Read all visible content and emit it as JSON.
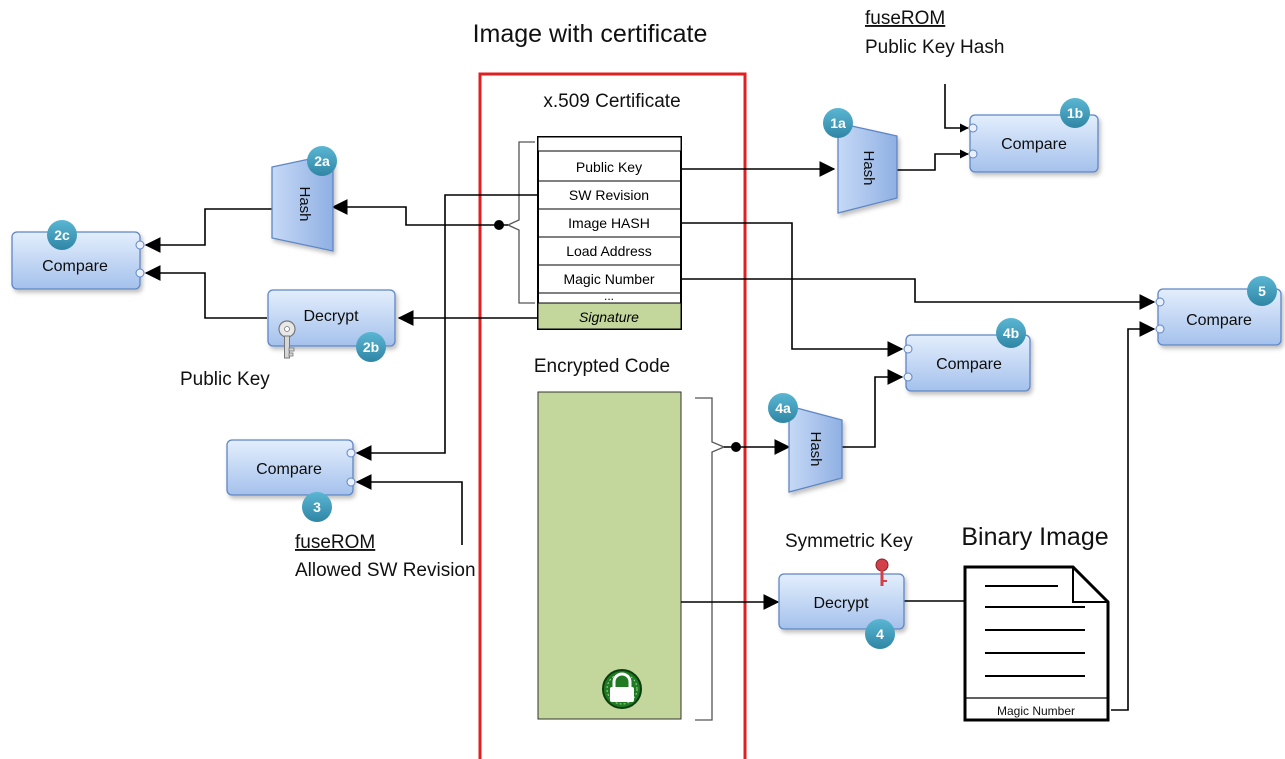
{
  "title": "Image with certificate",
  "certificate": {
    "title": "x.509 Certificate",
    "fields": [
      "Public Key",
      "SW Revision",
      "Image HASH",
      "Load Address",
      "Magic Number",
      "...",
      "Signature"
    ]
  },
  "encrypted_code": {
    "label": "Encrypted Code"
  },
  "binary_image": {
    "label": "Binary Image",
    "footer": "Magic Number"
  },
  "fuse_hash": {
    "line1": "fuseROM",
    "line2": "Public Key Hash"
  },
  "fuse_rev": {
    "line1": "fuseROM",
    "line2": "Allowed SW Revision"
  },
  "public_key_label": "Public Key",
  "symmetric_key_label": "Symmetric Key",
  "blocks": {
    "hash": "Hash",
    "compare": "Compare",
    "decrypt": "Decrypt"
  },
  "badges": {
    "b1a": "1a",
    "b1b": "1b",
    "b2a": "2a",
    "b2b": "2b",
    "b2c": "2c",
    "b3": "3",
    "b4": "4",
    "b4a": "4a",
    "b4b": "4b",
    "b5": "5"
  },
  "colors": {
    "frame": "#e02020",
    "block_fill_top": "#dce9fb",
    "block_fill_bottom": "#9dbcea",
    "block_stroke": "#5f86c4",
    "badge": "#3b96b4",
    "code_fill": "#c3d69b",
    "lock": "#2a8a2a",
    "red_key": "#d2404a"
  },
  "icons": {
    "lock": "lock-icon",
    "silver_key": "key-icon",
    "red_key": "key-icon",
    "document": "document-icon"
  }
}
